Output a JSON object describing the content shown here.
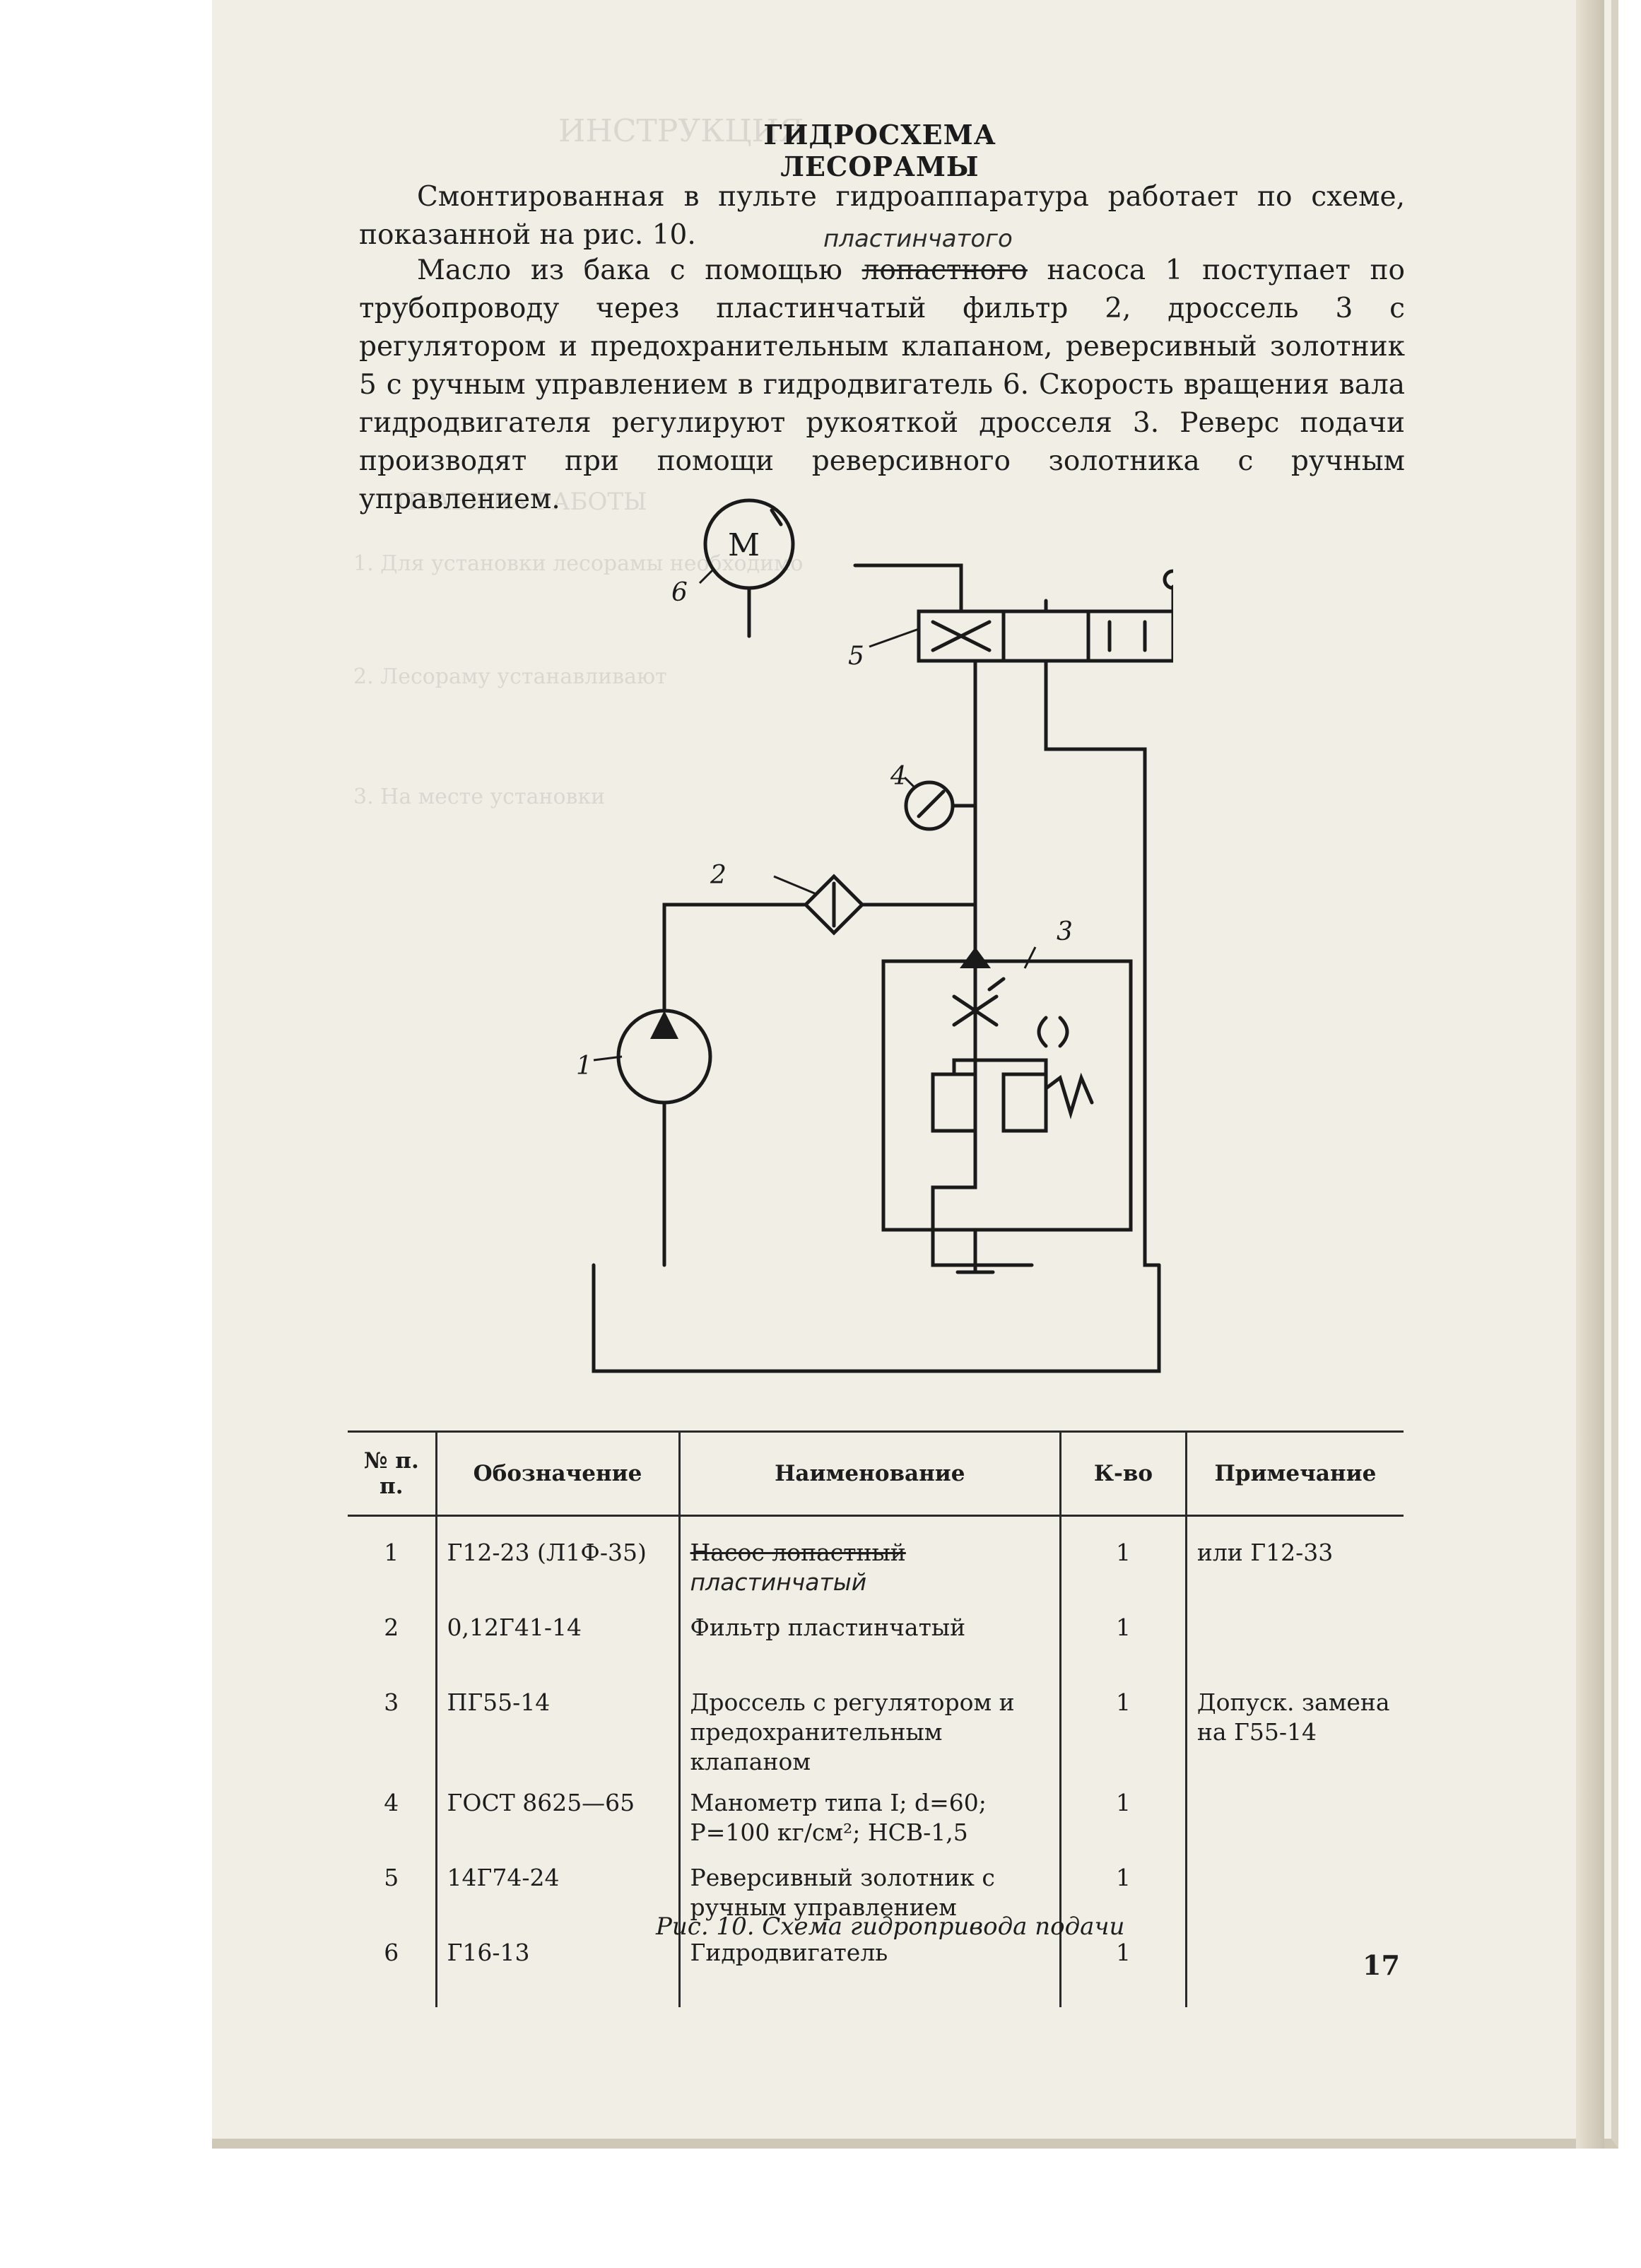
{
  "heading": "ГИДРОСХЕМА ЛЕСОРАМЫ",
  "paragraph1": "Смонтированная в пульте гидроаппаратура работает по схеме, показанной на рис. 10.",
  "paragraph2": {
    "before": "Масло из бака с помощью ",
    "struck": "лопастного",
    "after": " насоса 1 поступает по трубопроводу через пластинчатый фильтр 2, дроссель 3 с регулятором и предохранительным клапаном, реверсивный золотник 5 с ручным управлением в гидродвигатель 6. Скорость вращения вала гидродвигателя регулируют рукояткой дросселя 3. Реверс подачи производят при помощи реверсивного золотника с ручным управлением."
  },
  "handwritten_note": "пластинчатого",
  "diagram": {
    "motor_symbol": "M",
    "labels": [
      "1",
      "2",
      "3",
      "4",
      "5",
      "6"
    ]
  },
  "table": {
    "headers": [
      "№ п. п.",
      "Обозначение",
      "Наименование",
      "К-во",
      "Примечание"
    ],
    "rows": [
      {
        "num": "1",
        "code": "Г12-23 (Л1Ф-35)",
        "name_struck": "Насос лопастный",
        "name_note": "пластинчатый",
        "qty": "1",
        "note": "или Г12-33"
      },
      {
        "num": "2",
        "code": "0,12Г41-14",
        "name": "Фильтр пластинчатый",
        "qty": "1",
        "note": ""
      },
      {
        "num": "3",
        "code": "ПГ55-14",
        "name": "Дроссель с регулятором и предохранительным клапаном",
        "qty": "1",
        "note": "Допуск. замена на Г55-14"
      },
      {
        "num": "4",
        "code": "ГОСТ 8625—65",
        "name": "Манометр типа I; d=60; P=100 кг/см²; НСВ-1,5",
        "qty": "1",
        "note": ""
      },
      {
        "num": "5",
        "code": "14Г74-24",
        "name": "Реверсивный золотник с ручным управлением",
        "qty": "1",
        "note": ""
      },
      {
        "num": "6",
        "code": "Г16-13",
        "name": "Гидродвигатель",
        "qty": "1",
        "note": ""
      }
    ]
  },
  "caption": "Рис. 10. Схема гидропривода подачи",
  "page_number": "17"
}
